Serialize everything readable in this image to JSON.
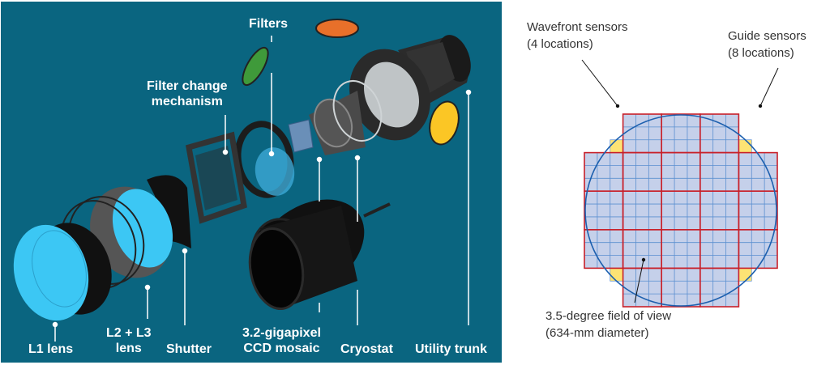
{
  "exploded_view": {
    "background_color": "#0a6580",
    "labels": {
      "filters": "Filters",
      "filter_change": [
        "Filter change",
        "mechanism"
      ],
      "l1_lens": "L1 lens",
      "l2_l3_lens": [
        "L2 + L3",
        "lens"
      ],
      "shutter": "Shutter",
      "ccd_mosaic": [
        "3.2-gigapixel",
        "CCD mosaic"
      ],
      "cryostat": "Cryostat",
      "utility_trunk": "Utility trunk"
    },
    "filter_colors": {
      "green": "#3f9a3a",
      "orange": "#e8702a",
      "yellow": "#fbc625"
    },
    "lens_color": "#3cc7f4"
  },
  "focal_plane": {
    "labels": {
      "wavefront": [
        "Wavefront sensors",
        "(4 locations)"
      ],
      "guide": [
        "Guide sensors",
        "(8 locations)"
      ],
      "field_of_view": [
        "3.5-degree field of view",
        "(634-mm diameter)"
      ]
    },
    "raft_grid": "5x5 minus corners (21 rafts), 3x3 sensors per raft",
    "raft_count": 21,
    "wavefront_sensor_count": 4,
    "guide_sensor_count": 8,
    "colors": {
      "raft_border": "#c8202a",
      "sensor_fill": "#c5d0ea",
      "sensor_grid": "#5b8fd0",
      "fov_circle": "#1c5fae",
      "guide_fill": "#fde374",
      "wavefront_fill": "#98bb6c"
    }
  }
}
